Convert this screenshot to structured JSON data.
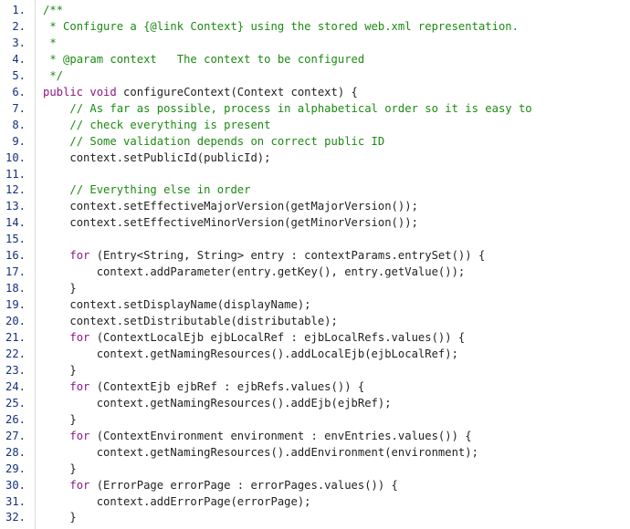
{
  "code_view": {
    "lines": [
      {
        "n": "1.",
        "indent": "",
        "tokens": [
          {
            "t": "/**",
            "c": "comment"
          }
        ]
      },
      {
        "n": "2.",
        "indent": " ",
        "tokens": [
          {
            "t": "* Configure a {@link Context} using the stored web.xml representation.",
            "c": "comment"
          }
        ]
      },
      {
        "n": "3.",
        "indent": " ",
        "tokens": [
          {
            "t": "*",
            "c": "comment"
          }
        ]
      },
      {
        "n": "4.",
        "indent": " ",
        "tokens": [
          {
            "t": "* @param context   The context to be configured",
            "c": "comment"
          }
        ]
      },
      {
        "n": "5.",
        "indent": " ",
        "tokens": [
          {
            "t": "*/",
            "c": "comment"
          }
        ]
      },
      {
        "n": "6.",
        "indent": "",
        "tokens": [
          {
            "t": "public void",
            "c": "keyword"
          },
          {
            "t": " configureContext(Context context) {",
            "c": "plain"
          }
        ]
      },
      {
        "n": "7.",
        "indent": "    ",
        "tokens": [
          {
            "t": "// As far as possible, process in alphabetical order so it is easy to",
            "c": "comment"
          }
        ]
      },
      {
        "n": "8.",
        "indent": "    ",
        "tokens": [
          {
            "t": "// check everything is present",
            "c": "comment"
          }
        ]
      },
      {
        "n": "9.",
        "indent": "    ",
        "tokens": [
          {
            "t": "// Some validation depends on correct public ID",
            "c": "comment"
          }
        ]
      },
      {
        "n": "10.",
        "indent": "    ",
        "tokens": [
          {
            "t": "context.setPublicId(publicId);",
            "c": "plain"
          }
        ]
      },
      {
        "n": "11.",
        "indent": "",
        "tokens": []
      },
      {
        "n": "12.",
        "indent": "    ",
        "tokens": [
          {
            "t": "// Everything else in order",
            "c": "comment"
          }
        ]
      },
      {
        "n": "13.",
        "indent": "    ",
        "tokens": [
          {
            "t": "context.setEffectiveMajorVersion(getMajorVersion());",
            "c": "plain"
          }
        ]
      },
      {
        "n": "14.",
        "indent": "    ",
        "tokens": [
          {
            "t": "context.setEffectiveMinorVersion(getMinorVersion());",
            "c": "plain"
          }
        ]
      },
      {
        "n": "15.",
        "indent": "",
        "tokens": []
      },
      {
        "n": "16.",
        "indent": "    ",
        "tokens": [
          {
            "t": "for",
            "c": "keyword"
          },
          {
            "t": " (Entry<String, String> entry : contextParams.entrySet()) {",
            "c": "plain"
          }
        ]
      },
      {
        "n": "17.",
        "indent": "        ",
        "tokens": [
          {
            "t": "context.addParameter(entry.getKey(), entry.getValue());",
            "c": "plain"
          }
        ]
      },
      {
        "n": "18.",
        "indent": "    ",
        "tokens": [
          {
            "t": "}",
            "c": "plain"
          }
        ]
      },
      {
        "n": "19.",
        "indent": "    ",
        "tokens": [
          {
            "t": "context.setDisplayName(displayName);",
            "c": "plain"
          }
        ]
      },
      {
        "n": "20.",
        "indent": "    ",
        "tokens": [
          {
            "t": "context.setDistributable(distributable);",
            "c": "plain"
          }
        ]
      },
      {
        "n": "21.",
        "indent": "    ",
        "tokens": [
          {
            "t": "for",
            "c": "keyword"
          },
          {
            "t": " (ContextLocalEjb ejbLocalRef : ejbLocalRefs.values()) {",
            "c": "plain"
          }
        ]
      },
      {
        "n": "22.",
        "indent": "        ",
        "tokens": [
          {
            "t": "context.getNamingResources().addLocalEjb(ejbLocalRef);",
            "c": "plain"
          }
        ]
      },
      {
        "n": "23.",
        "indent": "    ",
        "tokens": [
          {
            "t": "}",
            "c": "plain"
          }
        ]
      },
      {
        "n": "24.",
        "indent": "    ",
        "tokens": [
          {
            "t": "for",
            "c": "keyword"
          },
          {
            "t": " (ContextEjb ejbRef : ejbRefs.values()) {",
            "c": "plain"
          }
        ]
      },
      {
        "n": "25.",
        "indent": "        ",
        "tokens": [
          {
            "t": "context.getNamingResources().addEjb(ejbRef);",
            "c": "plain"
          }
        ]
      },
      {
        "n": "26.",
        "indent": "    ",
        "tokens": [
          {
            "t": "}",
            "c": "plain"
          }
        ]
      },
      {
        "n": "27.",
        "indent": "    ",
        "tokens": [
          {
            "t": "for",
            "c": "keyword"
          },
          {
            "t": " (ContextEnvironment environment : envEntries.values()) {",
            "c": "plain"
          }
        ]
      },
      {
        "n": "28.",
        "indent": "        ",
        "tokens": [
          {
            "t": "context.getNamingResources().addEnvironment(environment);",
            "c": "plain"
          }
        ]
      },
      {
        "n": "29.",
        "indent": "    ",
        "tokens": [
          {
            "t": "}",
            "c": "plain"
          }
        ]
      },
      {
        "n": "30.",
        "indent": "    ",
        "tokens": [
          {
            "t": "for",
            "c": "keyword"
          },
          {
            "t": " (ErrorPage errorPage : errorPages.values()) {",
            "c": "plain"
          }
        ]
      },
      {
        "n": "31.",
        "indent": "        ",
        "tokens": [
          {
            "t": "context.addErrorPage(errorPage);",
            "c": "plain"
          }
        ]
      },
      {
        "n": "32.",
        "indent": "    ",
        "tokens": [
          {
            "t": "}",
            "c": "plain"
          }
        ]
      }
    ]
  },
  "colors": {
    "line_number": "#15317e",
    "comment": "#1b8a12",
    "keyword": "#8f1484",
    "plain": "#222222",
    "gutter_border": "#dedede"
  }
}
